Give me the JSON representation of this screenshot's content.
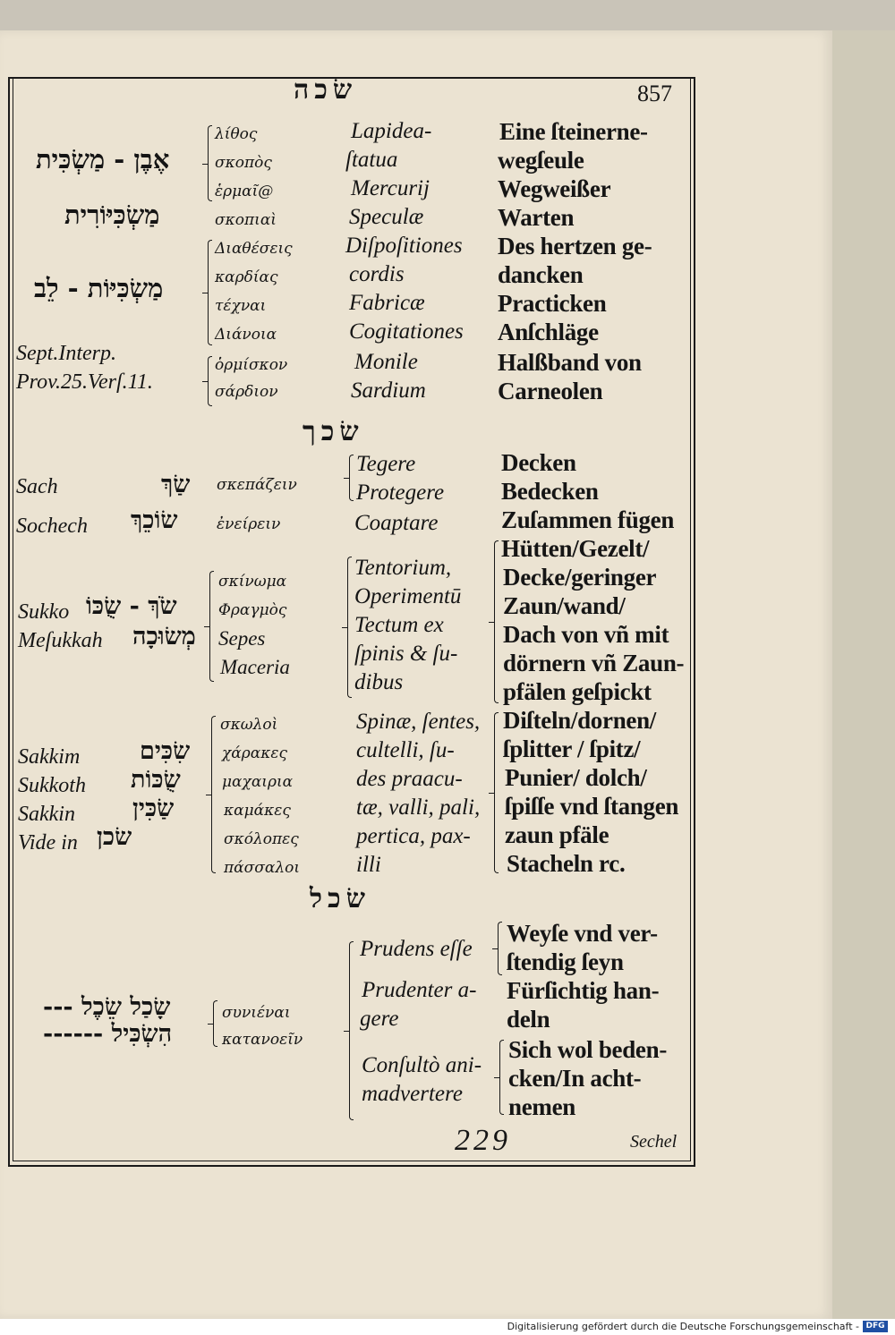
{
  "page": {
    "running_head": "שׂכה",
    "page_number": "857",
    "signature": "229",
    "catchword": "Sechel"
  },
  "entries_1": {
    "heb1": "אֶבֶן - מַשְׂכִּית",
    "heb2": "מַשְׂכִּיּוֹרִית",
    "heb3": "מַשְׂכִּיּוֹת - לֵב",
    "ref1": "Sept.Interp.",
    "ref2": "Prov.25.Verſ.11.",
    "greek": [
      "λίθος",
      "σκοπὸς",
      "ἑρμαῖ@",
      "σκοπιαὶ",
      "Διαθέσεις",
      "καρδίας",
      "τέχναι",
      "Διάνοια",
      "ὁρμίσκον",
      "σάρδιον"
    ],
    "latin": [
      "Lapidea-",
      "ſtatua",
      "Mercurij",
      "Speculæ",
      "Diſpoſitiones",
      "cordis",
      "Fabricæ",
      "Cogitationes",
      "Monile",
      "Sardium"
    ],
    "german": [
      "Eine ſteinerne-",
      "wegſeule",
      "Wegweißer",
      "Warten",
      "Des hertzen ge-",
      "dancken",
      "Practicken",
      "Anſchläge",
      "Halßband von",
      "Carneolen"
    ]
  },
  "section_2": {
    "heading": "שׂכך",
    "sach": "Sach",
    "sach_heb": "שַׂךְ",
    "sach_greek": "σκεπάζειν",
    "sochech": "Sochech",
    "sochech_heb": "שׂוֹכֵךְ",
    "sochech_greek": "ἐνείρειν",
    "latin": [
      "Tegere",
      "Protegere",
      "Coaptare"
    ],
    "german": [
      "Decken",
      "Bedecken",
      "Zuſammen fügen"
    ],
    "sukko": "Sukko",
    "sukko_heb": "שֹׂךְ - שֻׂכּוֹ",
    "mesukkah": "Meſukkah",
    "mesukkah_heb": "מְשׂוּכָה",
    "greek_b": [
      "σκίνωμα",
      "Φραγμὸς",
      "Sepes",
      "Maceria"
    ],
    "latin_b": [
      "Tentorium,",
      "Operimentū",
      "Tectum ex",
      "ſpinis & ſu-",
      "dibus"
    ],
    "german_b": [
      "Hütten/Gezelt/",
      "Decke/geringer",
      "Zaun/wand/",
      "Dach von vñ mit",
      "dörnern vñ Zaun-",
      "pfälen geſpickt"
    ],
    "sakkim": "Sakkim",
    "sakkim_heb": "שִׂכִּים",
    "sukkoth": "Sukkoth",
    "sukkoth_heb": "שֻׂכּוֹת",
    "sakkin": "Sakkin",
    "sakkin_heb": "שַׂכִּין",
    "vide": "Vide in",
    "vide_heb": "שׂכן",
    "greek_c": [
      "σκωλοὶ",
      "χάρακες",
      "μαχαιρια",
      "καμάκες",
      "σκόλοπες",
      "πάσσαλοι"
    ],
    "latin_c": [
      "Spinæ, ſentes,",
      "cultelli, ſu-",
      "des praacu-",
      "tæ, valli, pali,",
      "pertica, pax-",
      "illi"
    ],
    "german_c": [
      "Diſteln/dornen/",
      "ſplitter / ſpitz/",
      "Punier/ dolch/",
      "ſpiſſe vnd ſtangen",
      "zaun pfäle",
      "Stacheln rc."
    ]
  },
  "section_3": {
    "heading": "שׂכל",
    "heb1": "שָׂכַל שֵׂכֶל ---",
    "heb2": "הִשְׂכִּיל ------",
    "greek": [
      "συνιέναι",
      "κατανοεῖν"
    ],
    "latin": [
      "Prudens eſſe",
      "Prudenter a-",
      "gere",
      "Conſultò ani-",
      "madvertere"
    ],
    "german": [
      "Weyſe vnd ver-",
      "ſtendig ſeyn",
      "Fürſichtig han-",
      "deln",
      "Sich wol beden-",
      "cken/In acht-",
      "nemen"
    ]
  },
  "footer": {
    "credit": "Digitalisierung gefördert durch die Deutsche Forschungsgemeinschaft -",
    "logo": "DFG"
  }
}
